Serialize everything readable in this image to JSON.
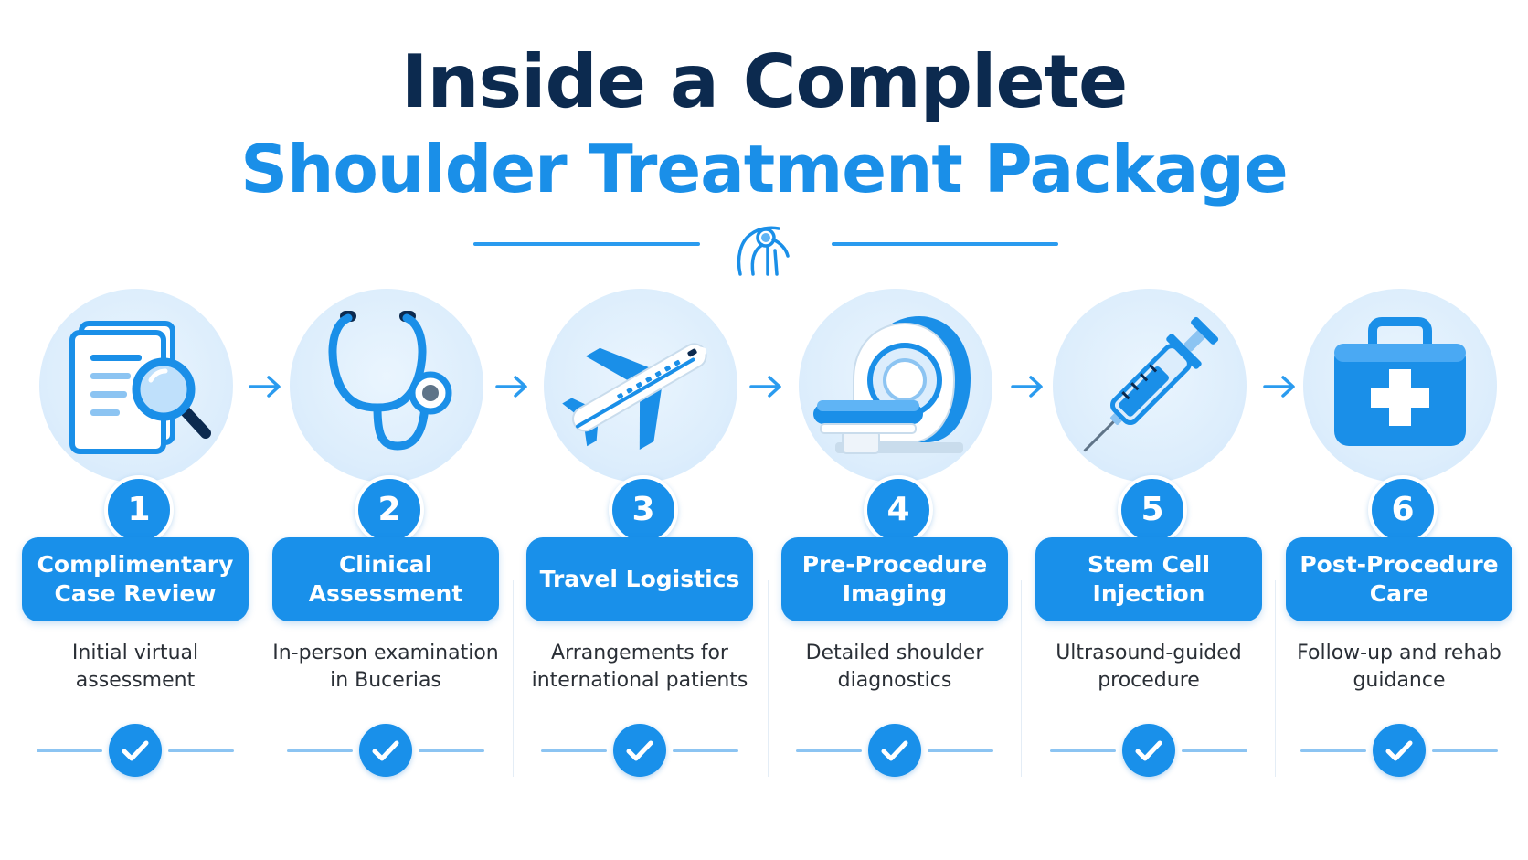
{
  "title": {
    "line1": "Inside a Complete",
    "line2": "Shoulder Treatment Package"
  },
  "divider": {
    "icon": "shoulder-joint-icon"
  },
  "steps": [
    {
      "number": "1",
      "label": "Complimentary Case Review",
      "description": "Initial virtual assessment",
      "icon": "document-magnifier-icon"
    },
    {
      "number": "2",
      "label": "Clinical Assessment",
      "description": "In-person examination in Bucerias",
      "icon": "stethoscope-icon"
    },
    {
      "number": "3",
      "label": "Travel Logistics",
      "description": "Arrangements for international patients",
      "icon": "airplane-icon"
    },
    {
      "number": "4",
      "label": "Pre-Procedure Imaging",
      "description": "Detailed shoulder diagnostics",
      "icon": "mri-scanner-icon"
    },
    {
      "number": "5",
      "label": "Stem Cell Injection",
      "description": "Ultrasound-guided procedure",
      "icon": "syringe-icon"
    },
    {
      "number": "6",
      "label": "Post-Procedure Care",
      "description": "Follow-up and rehab guidance",
      "icon": "first-aid-kit-icon"
    }
  ],
  "colors": {
    "primary_blue": "#1990ea",
    "title_navy": "#0c2a4f",
    "title_blue": "#1a8fe8",
    "icon_bg": "#dcedfc"
  }
}
